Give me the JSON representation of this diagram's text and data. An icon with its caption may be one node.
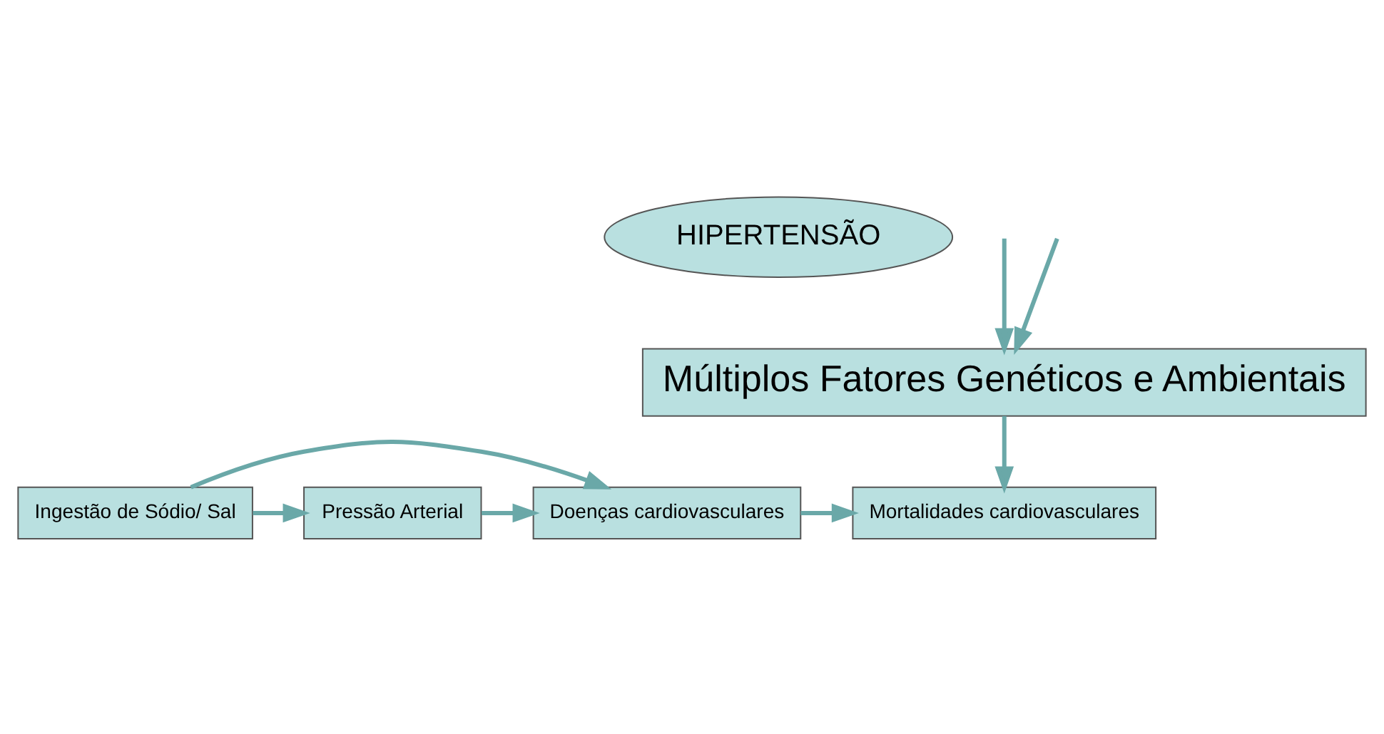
{
  "diagram": {
    "nodes": [
      {
        "text": [
          "HIPERTENSÃO"
        ]
      },
      {
        "text": [
          "Múltiplos Fatores Genéticos e Ambientais"
        ]
      },
      {
        "text": [
          "Ingestão de Sódio/ Sal"
        ]
      },
      {
        "text": [
          "Pressão Arterial"
        ]
      },
      {
        "text": [
          "Doenças cardiovasculares"
        ]
      },
      {
        "text": [
          "Mortalidades cardiovasculares"
        ]
      }
    ],
    "edges": [
      {
        "from": null,
        "to": 1,
        "arrow": "to"
      },
      {
        "from": null,
        "to": 1,
        "arrow": "to"
      },
      {
        "from": 1,
        "to": 5,
        "arrow": "to"
      },
      {
        "from": 2,
        "to": 3,
        "arrow": "to"
      },
      {
        "from": 3,
        "to": 4,
        "arrow": "to"
      },
      {
        "from": 4,
        "to": 5,
        "arrow": "to"
      },
      {
        "from": 2,
        "to": 4,
        "arrow": "to"
      }
    ]
  }
}
